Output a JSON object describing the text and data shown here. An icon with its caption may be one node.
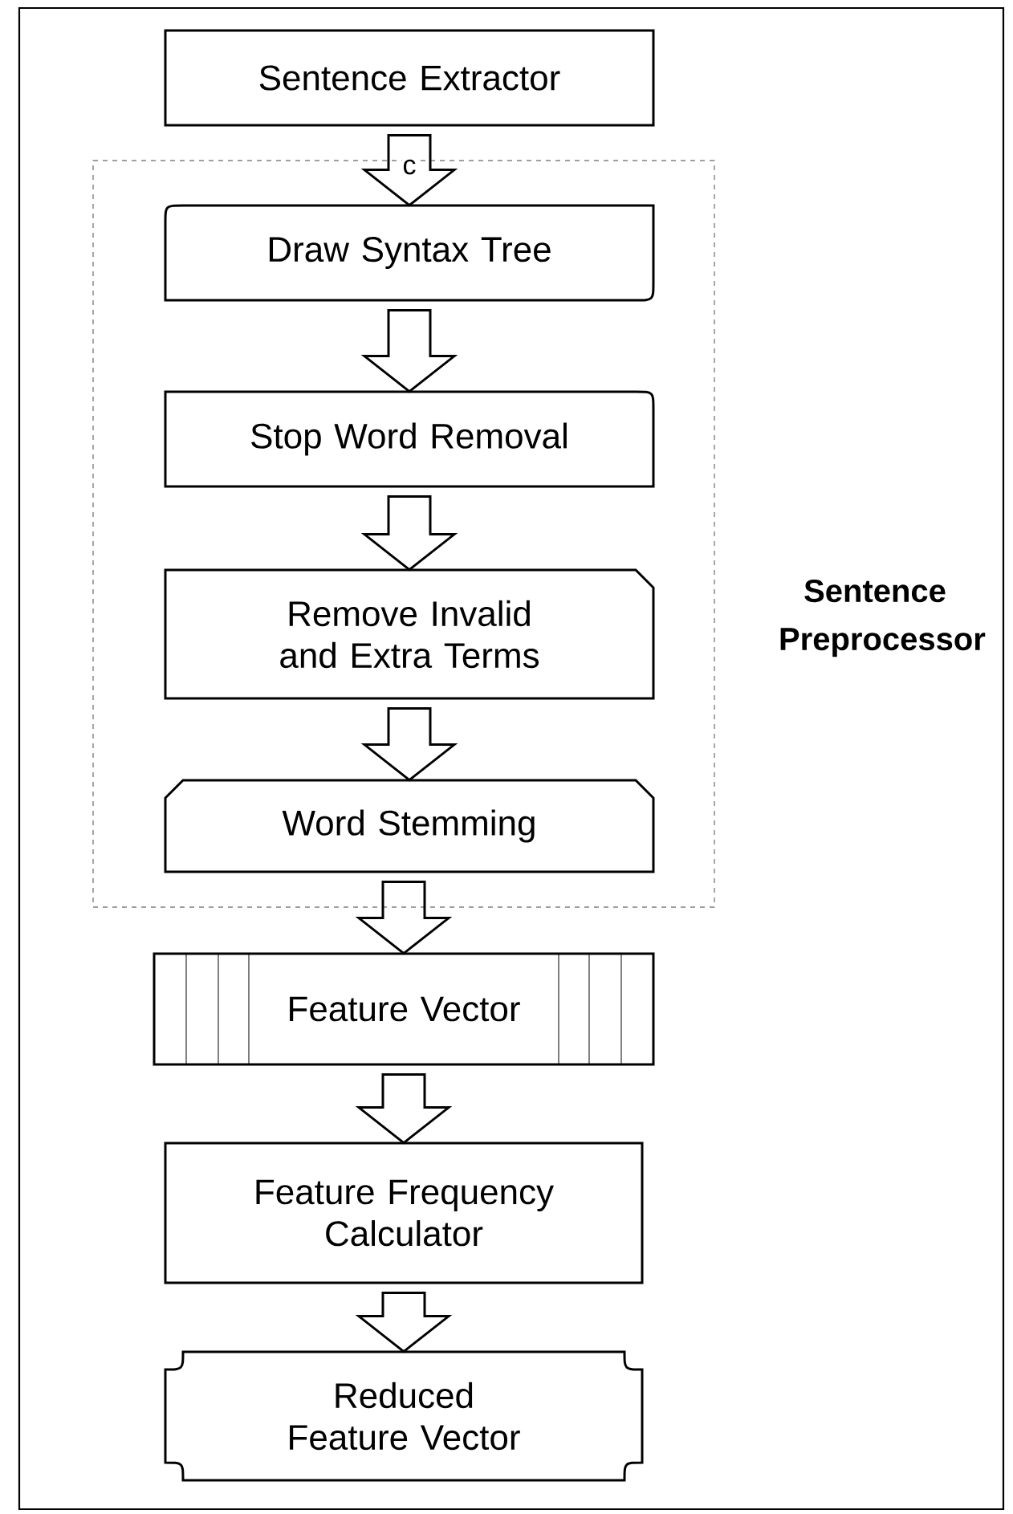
{
  "diagram": {
    "nodes": [
      {
        "text": [
          "Sentence Extractor"
        ]
      },
      {
        "text": [
          "Sentence Preprocessor"
        ]
      },
      {
        "text": [
          "Draw Syntax Tree"
        ],
        "in": 1
      },
      {
        "text": [
          "Stop Word Removal"
        ],
        "in": 1
      },
      {
        "text": [
          "Remove Invalid and Extra Terms"
        ],
        "in": 1
      },
      {
        "text": [
          "Word Stemming"
        ],
        "in": 1
      },
      {
        "text": [
          "Feature Vector"
        ]
      },
      {
        "text": [
          "Feature Frequency Calculator"
        ]
      },
      {
        "text": [
          "Reduced Feature Vector"
        ]
      }
    ],
    "edges": [
      {
        "from": 0,
        "to": 2,
        "arrow": "to",
        "label": "c"
      },
      {
        "from": 2,
        "to": 3,
        "arrow": "to"
      },
      {
        "from": 3,
        "to": 4,
        "arrow": "to"
      },
      {
        "from": 4,
        "to": 5,
        "arrow": "to"
      },
      {
        "from": 5,
        "to": 6,
        "arrow": "to"
      },
      {
        "from": 6,
        "to": 7,
        "arrow": "to"
      },
      {
        "from": 7,
        "to": 8,
        "arrow": "to"
      }
    ]
  }
}
